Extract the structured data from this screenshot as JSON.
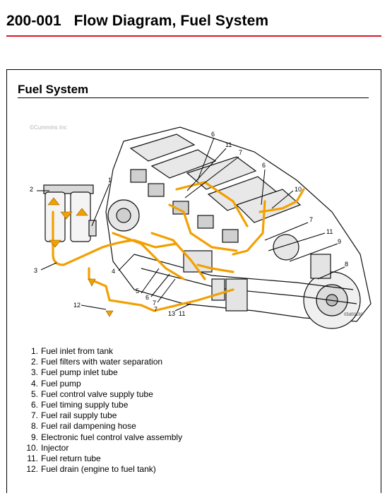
{
  "page": {
    "title": "200-001   Flow Diagram, Fuel System",
    "accent_color": "#d8172a"
  },
  "section": {
    "title": "Fuel System"
  },
  "figure": {
    "copyright": "©Cummins Inc",
    "code": "05d00190",
    "fuel_line_color": "#f2a000",
    "callouts": [
      "1",
      "2",
      "3",
      "4",
      "5",
      "6",
      "7",
      "8",
      "9",
      "10",
      "11",
      "12",
      "13",
      "6",
      "11",
      "7",
      "7",
      "11",
      "7",
      "6"
    ]
  },
  "legend": [
    {
      "num": "1.",
      "text": "Fuel inlet from tank"
    },
    {
      "num": "2.",
      "text": "Fuel filters with water separation"
    },
    {
      "num": "3.",
      "text": "Fuel pump inlet tube"
    },
    {
      "num": "4.",
      "text": "Fuel pump"
    },
    {
      "num": "5.",
      "text": "Fuel control valve supply tube"
    },
    {
      "num": "6.",
      "text": "Fuel timing supply tube"
    },
    {
      "num": "7.",
      "text": "Fuel rail supply tube"
    },
    {
      "num": "8.",
      "text": "Fuel rail dampening hose"
    },
    {
      "num": "9.",
      "text": "Electronic fuel control valve assembly"
    },
    {
      "num": "10.",
      "text": "Injector"
    },
    {
      "num": "11.",
      "text": "Fuel return tube"
    },
    {
      "num": "12.",
      "text": "Fuel drain (engine to fuel tank)"
    }
  ]
}
